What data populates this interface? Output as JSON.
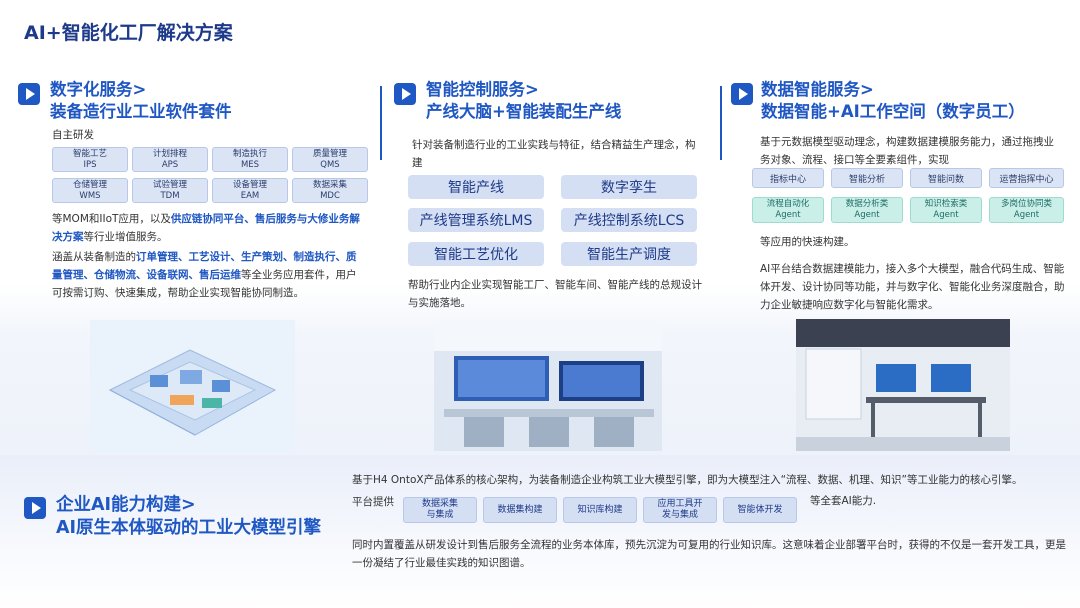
{
  "page": {
    "title": "AI+智能化工厂解决方案"
  },
  "digital": {
    "title_line1": "数字化服务>",
    "title_line2": "装备造行业工业软件套件",
    "self_dev": "自主研发",
    "modules": [
      {
        "name": "智能工艺",
        "code": "IPS"
      },
      {
        "name": "计划排程",
        "code": "APS"
      },
      {
        "name": "制造执行",
        "code": "MES"
      },
      {
        "name": "质量管理",
        "code": "QMS"
      },
      {
        "name": "仓储管理",
        "code": "WMS"
      },
      {
        "name": "试验管理",
        "code": "TDM"
      },
      {
        "name": "设备管理",
        "code": "EAM"
      },
      {
        "name": "数据采集",
        "code": "MDC"
      }
    ],
    "p1_a": "等MOM和IIoT应用，以及",
    "p1_b": "供应链协同平台、售后服务与大修业务解决方案",
    "p1_c": "等行业增值服务。",
    "p2_a": "涵盖从装备制造的",
    "p2_b": "订单管理、工艺设计、生产策划、制造执行、质量管理、仓储物流、设备联网、售后运维",
    "p2_c": "等全业务应用套件，用户可按需订购、快速集成，帮助企业实现智能协同制造。"
  },
  "control": {
    "title_line1": "智能控制服务>",
    "title_line2": "产线大脑+智能装配生产线",
    "intro": "针对装备制造行业的工业实践与特征，结合精益生产理念，构建",
    "items": [
      "智能产线",
      "数字孪生",
      "产线管理系统LMS",
      "产线控制系统LCS",
      "智能工艺优化",
      "智能生产调度"
    ],
    "outro": "帮助行业内企业实现智能工厂、智能车间、智能产线的总规设计与实施落地。"
  },
  "data_ai": {
    "title_line1": "数据智能服务>",
    "title_line2": "数据智能+AI工作空间（数字员工）",
    "intro": "基于元数据模型驱动理念，构建数据建模服务能力，通过拖拽业务对象、流程、接口等全要素组件，实现",
    "blue_chips": [
      "指标中心",
      "智能分析",
      "智能问数",
      "运营指挥中心"
    ],
    "teal_chips": [
      {
        "l1": "流程自动化",
        "l2": "Agent"
      },
      {
        "l1": "数据分析类",
        "l2": "Agent"
      },
      {
        "l1": "知识检索类",
        "l2": "Agent"
      },
      {
        "l1": "多岗位协同类",
        "l2": "Agent"
      }
    ],
    "after": "等应用的快速构建。",
    "platform": "AI平台结合数据建模能力，接入多个大模型，融合代码生成、智能体开发、设计协同等功能，并与数字化、智能化业务深度融合，助力企业敏捷响应数字化与智能化需求。"
  },
  "enterprise_ai": {
    "title_line1": "企业AI能力构建>",
    "title_line2": "AI原生本体驱动的工业大模型引擎",
    "p1": "基于H4 OntoX产品体系的核心架构，为装备制造企业构筑工业大模型引擎，即为大模型注入“流程、数据、机理、知识”等工业能力的核心引擎。",
    "provide": "平台提供",
    "chips": [
      {
        "l1": "数据采集",
        "l2": "与集成"
      },
      {
        "l1": "数据集构建",
        "l2": ""
      },
      {
        "l1": "知识库构建",
        "l2": ""
      },
      {
        "l1": "应用工具开",
        "l2": "发与集成"
      },
      {
        "l1": "智能体开发",
        "l2": ""
      }
    ],
    "suffix": "等全套AI能力.",
    "p2": "同时内置覆盖从研发设计到售后服务全流程的业务本体库，预先沉淀为可复用的行业知识库。这意味着企业部署平台时，获得的不仅是一套开发工具，更是一份凝结了行业最佳实践的知识图谱。"
  },
  "colors": {
    "accent": "#1f57c3",
    "chip_bg": "#dbe4f5",
    "teal": "#c9efe8"
  }
}
